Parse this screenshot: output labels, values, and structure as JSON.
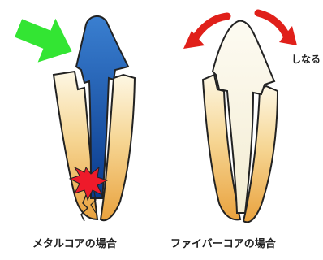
{
  "diagram": {
    "left_panel": {
      "caption": "メタルコアの場合"
    },
    "right_panel": {
      "caption": "ファイバーコアの場合",
      "side_label": "しなる"
    }
  },
  "colors": {
    "tooth_light": "#fdf7e4",
    "tooth_mid": "#f6cf7f",
    "tooth_dark": "#e9a23e",
    "metal_core_top": "#3a7fd0",
    "metal_core_bottom": "#0a3a8c",
    "fiber_core": "#fbf8ea",
    "force_arrow": "#33e533",
    "flex_arrow": "#e0201a",
    "fracture": "#ee1a2a",
    "outline": "#222222"
  }
}
